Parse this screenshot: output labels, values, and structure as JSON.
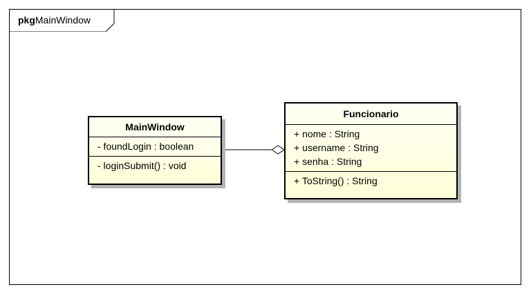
{
  "package": {
    "keyword": "pkg",
    "name": "MainWindow"
  },
  "classes": {
    "mainwindow": {
      "name": "MainWindow",
      "attributes": [
        "- foundLogin : boolean"
      ],
      "operations": [
        "- loginSubmit() : void"
      ]
    },
    "funcionario": {
      "name": "Funcionario",
      "attributes": [
        "+ nome : String",
        "+ username : String",
        "+ senha : String"
      ],
      "operations": [
        "+ ToString() : String"
      ]
    }
  },
  "relationship": {
    "type": "aggregation",
    "from": "MainWindow",
    "to": "Funcionario"
  },
  "colors": {
    "class_fill": "#ffffe0",
    "border": "#000000",
    "shadow": "#b3b3b3"
  }
}
